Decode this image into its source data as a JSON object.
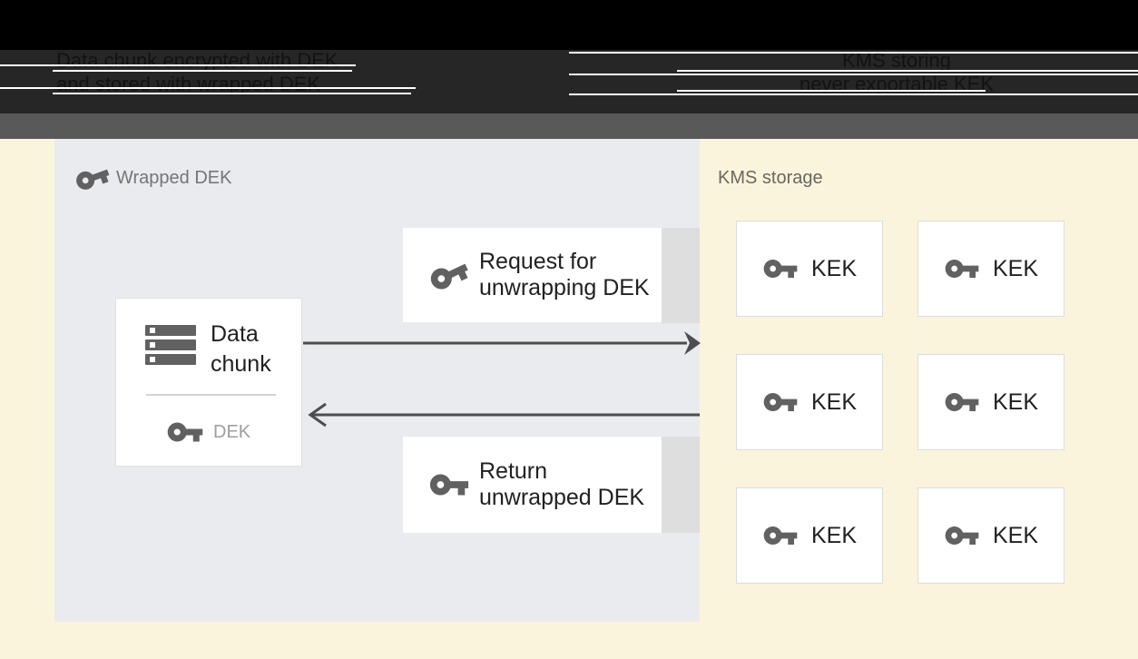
{
  "header": {
    "left_caption": {
      "line1": "Data chunk encrypted with DEK",
      "line2": "and stored with wrapped DEK"
    },
    "right_caption": {
      "line1": "KMS storing",
      "line2": "never exportable KEK"
    }
  },
  "wrapped_dek_panel": {
    "title": "Wrapped DEK",
    "data_chunk_box": {
      "line1": "Data",
      "line2": "chunk",
      "key_label": "DEK"
    },
    "request_box": {
      "line1": "Request for",
      "line2": "unwrapping DEK"
    },
    "return_box": {
      "line1": "Return",
      "line2": "unwrapped DEK"
    }
  },
  "kms_panel": {
    "title": "KMS storage",
    "kek_boxes": [
      {
        "label": "KEK"
      },
      {
        "label": "KEK"
      },
      {
        "label": "KEK"
      },
      {
        "label": "KEK"
      },
      {
        "label": "KEK"
      },
      {
        "label": "KEK"
      }
    ]
  },
  "icons": {
    "key": "key-icon",
    "server": "data-chunk-server-icon"
  },
  "colors": {
    "black_top": "#000000",
    "header_band": "#262626",
    "header_text": "#121212",
    "gray_bar": "#595959",
    "cream_background": "#fbf4dc",
    "panel_background": "#e9ebee",
    "box_tab": "#dedede",
    "box_white": "#ffffff",
    "box_border": "#e0e0e0",
    "kek_border": "#dcdcdc",
    "icon_gray": "#616161",
    "arrow": "#4d4d4d",
    "panel_title_text": "#757575",
    "kms_title_text": "#6b675e",
    "dark_text": "#212121",
    "dek_label_text": "#9e9e9e"
  }
}
